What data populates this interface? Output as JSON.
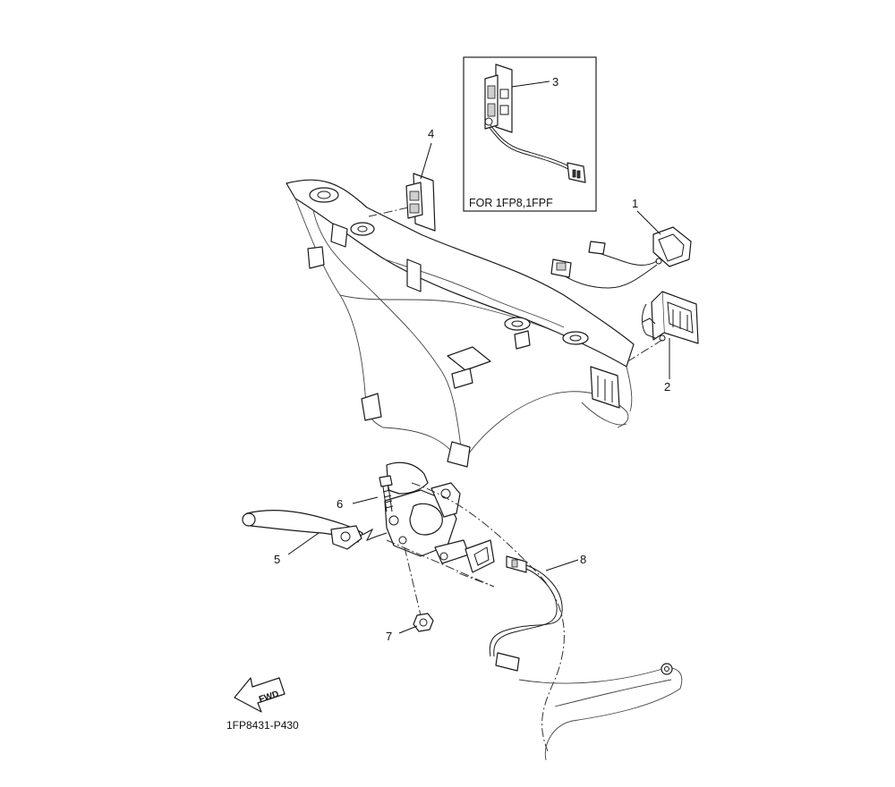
{
  "callouts": [
    "1",
    "2",
    "3",
    "4",
    "5",
    "6",
    "7",
    "8"
  ],
  "inset_label": "FOR 1FP8,1FPF",
  "fwd_label": "FWD",
  "diagram_code": "1FP8431-P430"
}
